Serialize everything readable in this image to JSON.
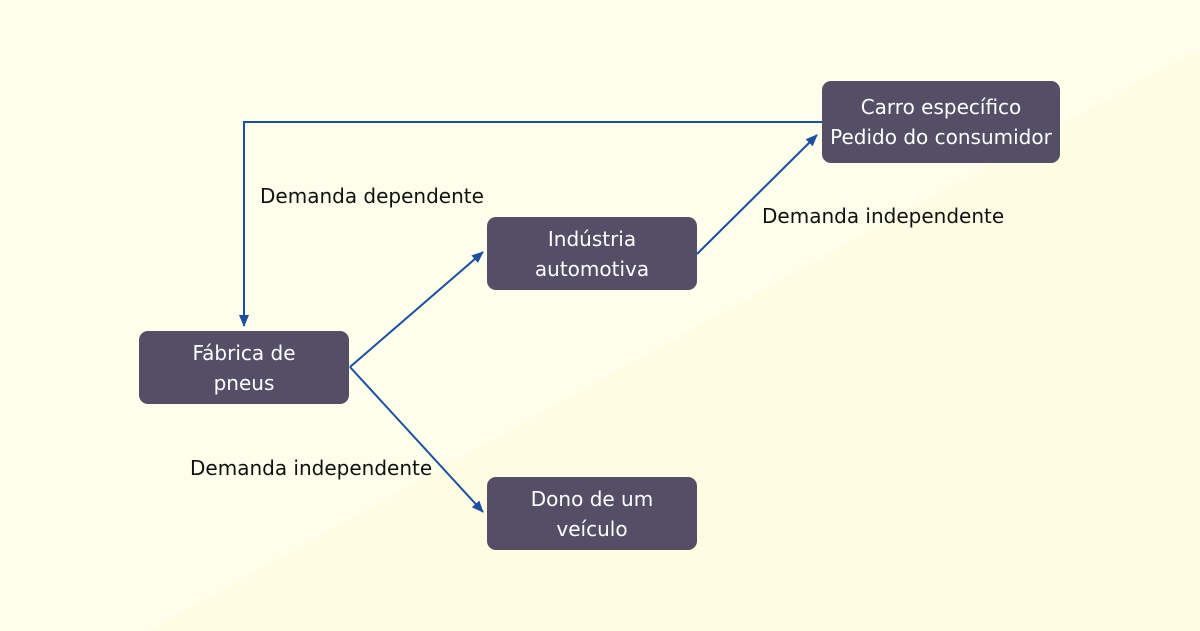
{
  "colors": {
    "background": "#fdfeec",
    "background_accent": "#fefde4",
    "node_fill": "#544f66",
    "node_text": "#ffffff",
    "arrow": "#1d4fa0",
    "label_text": "#111111"
  },
  "nodes": {
    "fabrica": {
      "lines": [
        "Fábrica de",
        "pneus"
      ]
    },
    "industria": {
      "lines": [
        "Indústria",
        "automotiva"
      ]
    },
    "dono": {
      "lines": [
        "Dono de um",
        "veículo"
      ]
    },
    "carro": {
      "lines": [
        "Carro específico",
        "Pedido do consumidor"
      ]
    }
  },
  "edges": {
    "dependente": {
      "label": "Demanda dependente"
    },
    "industria_carro": {
      "label": "Demanda independente"
    },
    "fabrica_dono": {
      "label": "Demanda independente"
    }
  }
}
